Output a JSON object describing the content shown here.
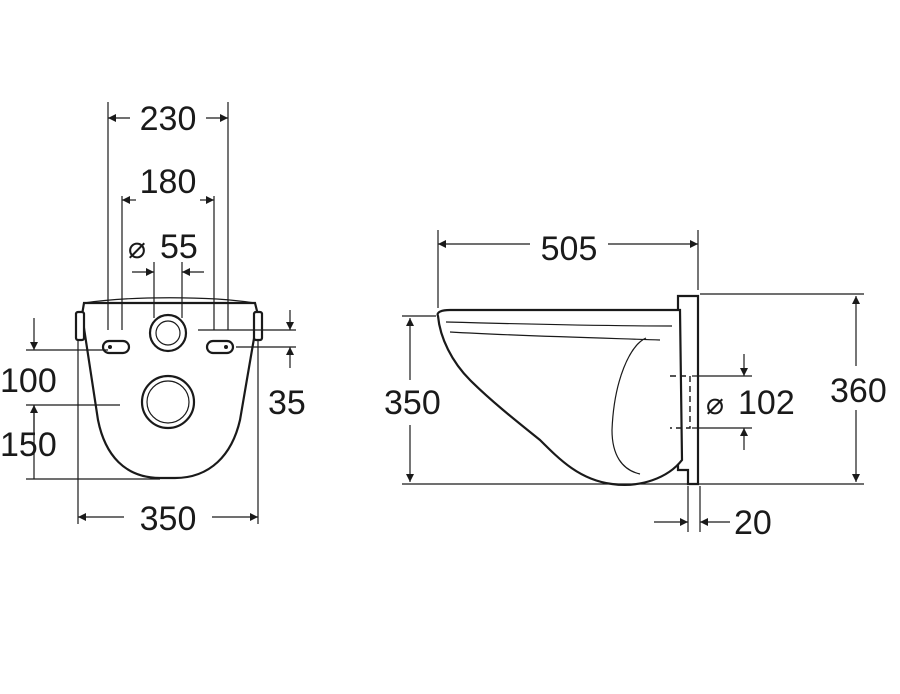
{
  "front_view": {
    "dim_width_outer": "230",
    "dim_width_inner": "180",
    "dim_outlet_diameter": "55",
    "dim_height_upper": "100",
    "dim_height_lower": "150",
    "dim_bolt_offset": "35",
    "dim_total_width": "350"
  },
  "side_view": {
    "dim_length": "505",
    "dim_rim_height": "350",
    "dim_total_height": "360",
    "dim_pipe_diameter": "102",
    "dim_wall_thickness": "20"
  },
  "symbols": {
    "diameter": "⌀"
  }
}
